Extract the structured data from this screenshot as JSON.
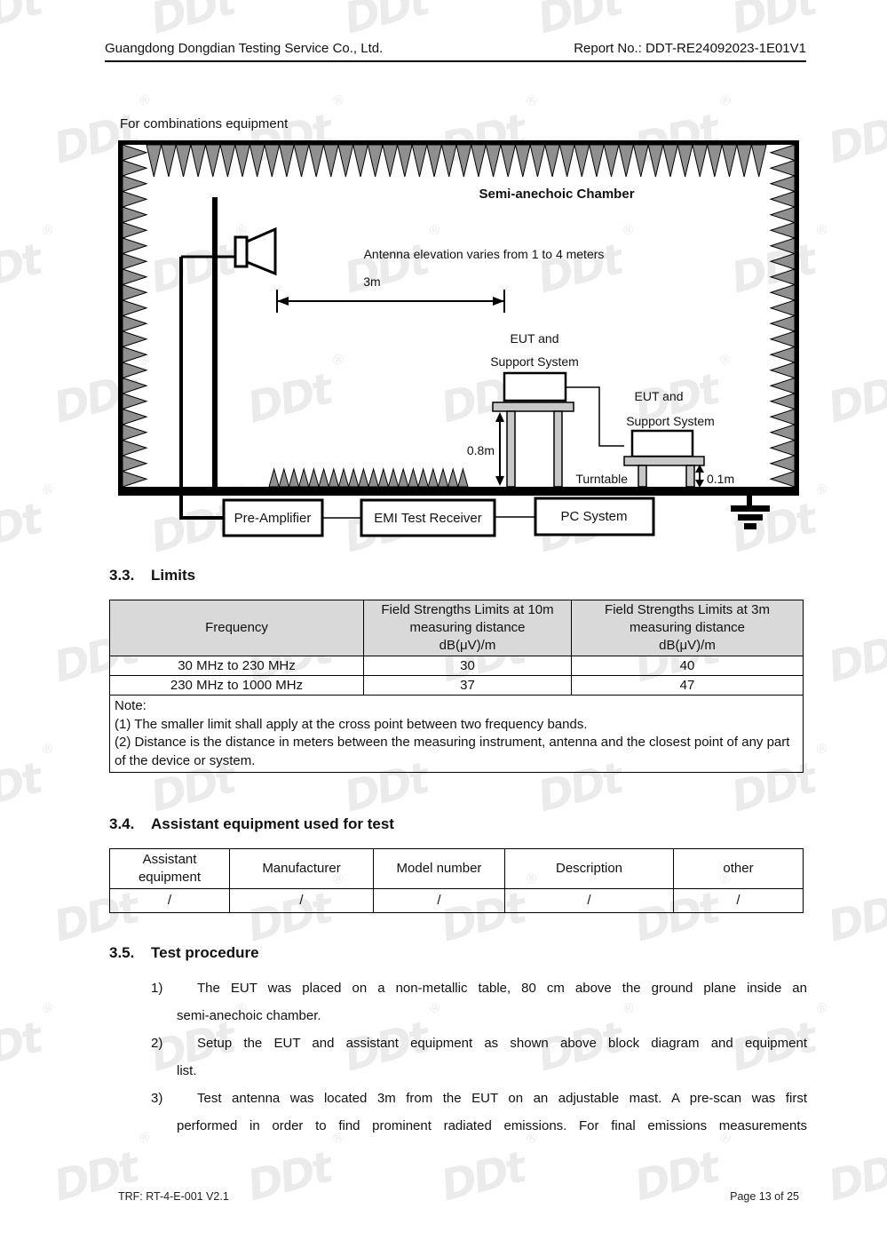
{
  "header": {
    "company": "Guangdong Dongdian Testing Service Co., Ltd.",
    "report_no": "Report No.: DDT-RE24092023-1E01V1"
  },
  "diagram": {
    "caption": "For combinations equipment",
    "chamber_title": "Semi-anechoic Chamber",
    "antenna_note": "Antenna elevation varies from 1 to 4 meters",
    "distance_label": "3m",
    "eut1_line1": "EUT and",
    "eut1_line2": "Support System",
    "eut2_line1": "EUT and",
    "eut2_line2": "Support System",
    "table_height_label": "0.8m",
    "turntable_label": "Turntable",
    "turntable_height_label": "0.1m",
    "box_pre_amplifier": "Pre-Amplifier",
    "box_emi_receiver": "EMI Test Receiver",
    "box_pc_system": "PC System"
  },
  "sections": {
    "limits": {
      "number": "3.3.",
      "title": "Limits"
    },
    "assistant": {
      "number": "3.4.",
      "title": "Assistant equipment used for test"
    },
    "procedure": {
      "number": "3.5.",
      "title": "Test procedure"
    }
  },
  "limits_table": {
    "headers": [
      "Frequency",
      "Field Strengths Limits at 10m\nmeasuring distance\ndB(μV)/m",
      "Field Strengths Limits at 3m\nmeasuring distance\ndB(μV)/m"
    ],
    "rows": [
      [
        "30 MHz to 230 MHz",
        "30",
        "40"
      ],
      [
        "230 MHz to 1000 MHz",
        "37",
        "47"
      ]
    ],
    "note": "Note:\n(1) The smaller limit shall apply at the cross point between two frequency bands.\n(2) Distance is the distance in meters between the measuring instrument, antenna and the closest point of any part of the device or system."
  },
  "assistant_table": {
    "headers": [
      "Assistant equipment",
      "Manufacturer",
      "Model number",
      "Description",
      "other"
    ],
    "rows": [
      [
        "/",
        "/",
        "/",
        "/",
        "/"
      ]
    ]
  },
  "procedure_items": [
    {
      "num": "1)",
      "lines": [
        {
          "t": "The EUT was placed on a non-metallic table, 80 cm above the ground plane inside an",
          "j": true
        },
        {
          "t": "semi-anechoic chamber.",
          "j": false
        }
      ]
    },
    {
      "num": "2)",
      "lines": [
        {
          "t": "Setup the EUT and assistant equipment as shown above block diagram and equipment",
          "j": true
        },
        {
          "t": "list.",
          "j": false
        }
      ]
    },
    {
      "num": "3)",
      "lines": [
        {
          "t": "Test antenna was located 3m from the EUT on an adjustable mast. A pre-scan was first",
          "j": true
        },
        {
          "t": "performed in order to find prominent radiated emissions. For final emissions measurements",
          "j": true
        }
      ]
    }
  ],
  "footer": {
    "left": "TRF: RT-4-E-001 V2.1",
    "right": "Page 13 of 25"
  },
  "watermark": {
    "logo": "DDt",
    "reg": "®"
  },
  "colors": {
    "table_header_bg": "#d9d9d9",
    "absorber_grey": "#8f8f8f",
    "furniture_grey": "#c8c8c8",
    "watermark_grey": "#dcdcdc",
    "text": "#111111"
  }
}
